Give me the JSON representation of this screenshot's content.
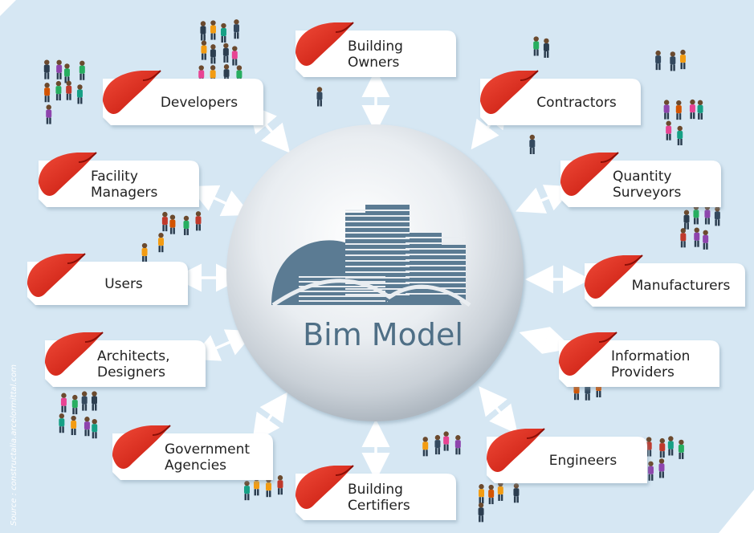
{
  "center": {
    "title": "Bim Model"
  },
  "source_note": "Source : constructalia.arcelormittal.com",
  "stakeholders": [
    {
      "id": "building-owners",
      "lines": [
        "Building",
        "Owners"
      ]
    },
    {
      "id": "developers",
      "lines": [
        "Developers"
      ]
    },
    {
      "id": "contractors",
      "lines": [
        "Contractors"
      ]
    },
    {
      "id": "facility-managers",
      "lines": [
        "Facility",
        "Managers"
      ]
    },
    {
      "id": "quantity-surveyors",
      "lines": [
        "Quantity",
        "Surveyors"
      ]
    },
    {
      "id": "users",
      "lines": [
        "Users"
      ]
    },
    {
      "id": "manufacturers",
      "lines": [
        "Manufacturers"
      ]
    },
    {
      "id": "architects-designers",
      "lines": [
        "Architects,",
        "Designers"
      ]
    },
    {
      "id": "information-providers",
      "lines": [
        "Information",
        "Providers"
      ]
    },
    {
      "id": "government-agencies",
      "lines": [
        "Government",
        "Agencies"
      ]
    },
    {
      "id": "engineers",
      "lines": [
        "Engineers"
      ]
    },
    {
      "id": "building-certifiers",
      "lines": [
        "Building",
        "Certifiers"
      ]
    }
  ],
  "colors": {
    "background": "#d6e7f3",
    "tag_red": "#e0281c",
    "center_text": "#4f6f86",
    "building": "#5b7b93"
  }
}
